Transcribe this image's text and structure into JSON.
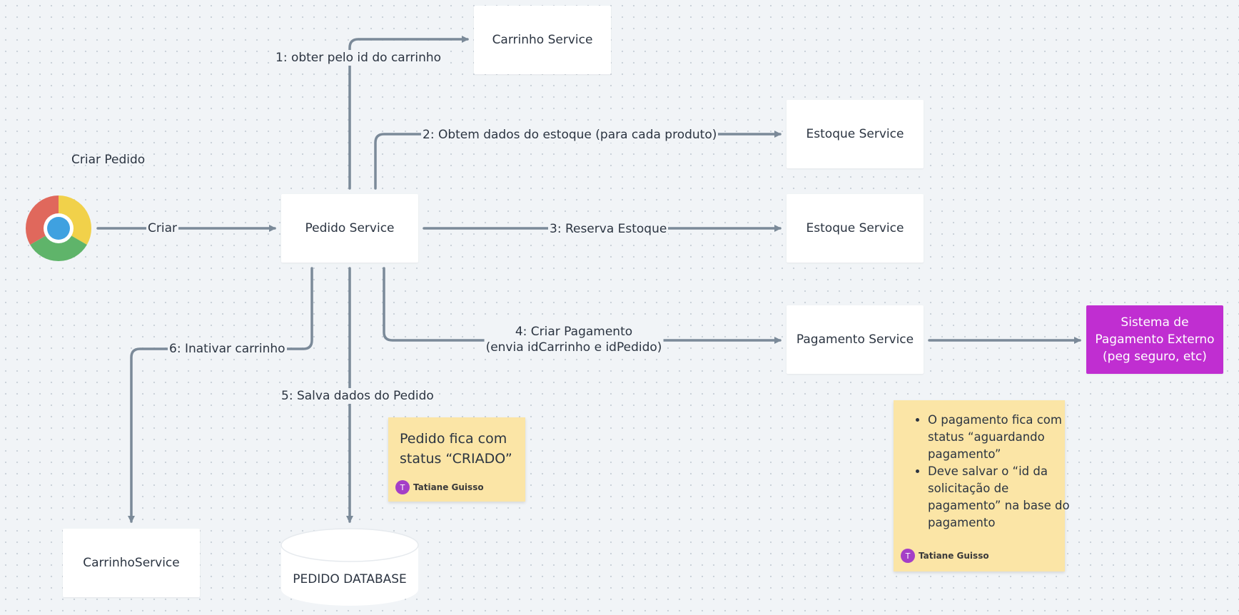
{
  "colors": {
    "background": "#f1f4f7",
    "arrow": "#7b8a99",
    "box": "#ffffff",
    "external": "#c02ed1",
    "sticky": "#fbe5a6",
    "avatar": "#a43ec7"
  },
  "diagram": {
    "title": "Criar Pedido",
    "client_icon": "chrome-browser-icon",
    "nodes": {
      "carrinho_top": "Carrinho Service",
      "estoque_1": "Estoque Service",
      "estoque_2": "Estoque Service",
      "pedido": "Pedido Service",
      "pagamento": "Pagamento Service",
      "externo": "Sistema de Pagamento Externo (peg seguro, etc)",
      "carrinho_bottom": "CarrinhoService",
      "database": "PEDIDO DATABASE"
    },
    "edges": {
      "criar": "Criar",
      "e1": "1: obter pelo id do carrinho",
      "e2": "2: Obtem dados do estoque (para cada produto)",
      "e3": "3: Reserva Estoque",
      "e4_line1": "4: Criar Pagamento",
      "e4_line2": "(envia idCarrinho e idPedido)",
      "e5": "5: Salva dados do Pedido",
      "e6": "6: Inativar carrinho"
    }
  },
  "notes": [
    {
      "text": "Pedido fica com status “CRIADO”",
      "author": "Tatiane Guisso",
      "avatar_letter": "T"
    },
    {
      "items": [
        "O pagamento fica com status “aguardando pagamento”",
        "Deve salvar o “id da solicitação de pagamento” na base do pagamento"
      ],
      "author": "Tatiane Guisso",
      "avatar_letter": "T"
    }
  ]
}
